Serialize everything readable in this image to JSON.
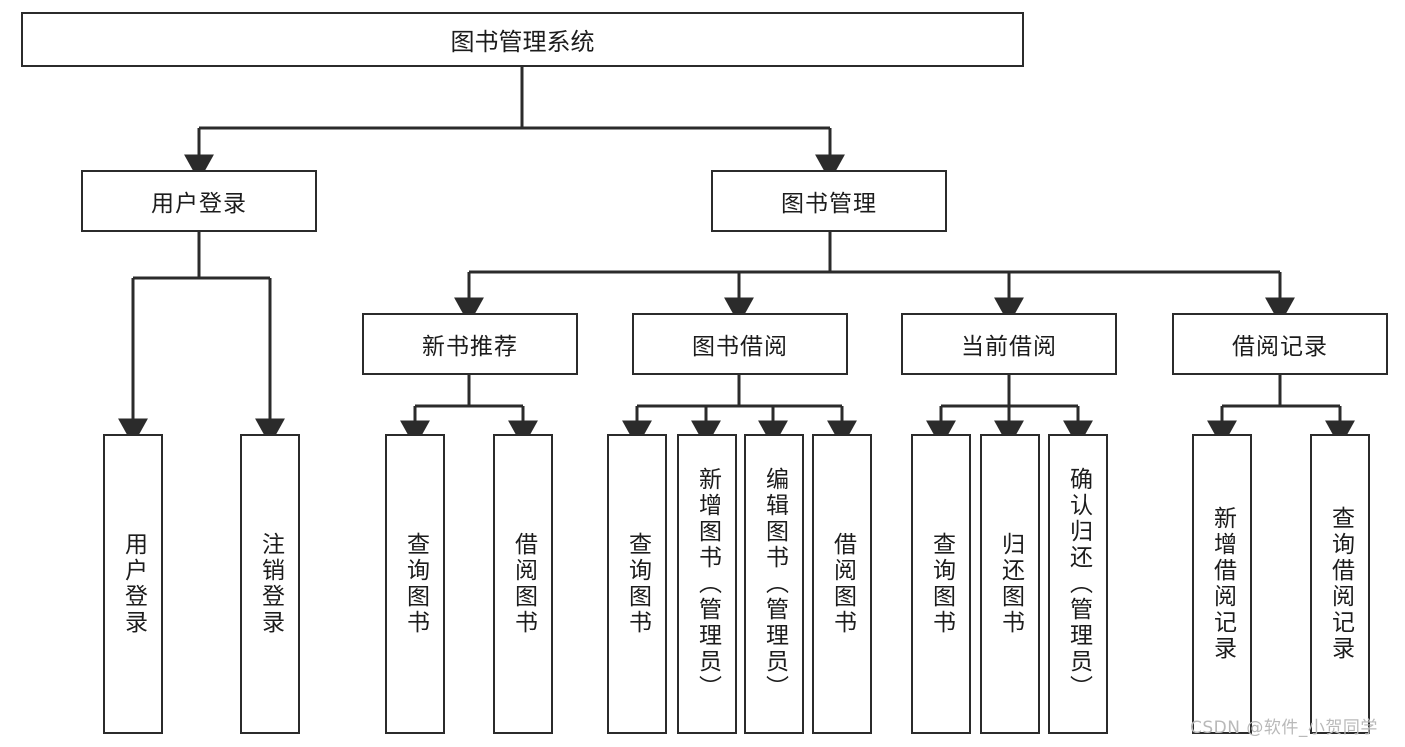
{
  "diagram": {
    "type": "tree-hierarchy-chart",
    "root": {
      "label": "图书管理系统"
    },
    "level2": [
      {
        "label": "用户登录"
      },
      {
        "label": "图书管理"
      }
    ],
    "level3": [
      {
        "label": "新书推荐"
      },
      {
        "label": "图书借阅"
      },
      {
        "label": "当前借阅"
      },
      {
        "label": "借阅记录"
      }
    ],
    "leaves": {
      "user_login": [
        {
          "label": "用户登录"
        },
        {
          "label": "注销登录"
        }
      ],
      "new_book_recommend": [
        {
          "label": "查询图书"
        },
        {
          "label": "借阅图书"
        }
      ],
      "book_borrow": [
        {
          "label": "查询图书"
        },
        {
          "label": "新增图书（管理员）"
        },
        {
          "label": "编辑图书（管理员）"
        },
        {
          "label": "借阅图书"
        }
      ],
      "current_borrow": [
        {
          "label": "查询图书"
        },
        {
          "label": "归还图书"
        },
        {
          "label": "确认归还（管理员）"
        }
      ],
      "borrow_record": [
        {
          "label": "新增借阅记录"
        },
        {
          "label": "查询借阅记录"
        }
      ]
    }
  },
  "watermark": {
    "text": "CSDN @软件_小贺同学"
  },
  "colors": {
    "stroke": "#2b2b2b",
    "background": "#ffffff",
    "text": "#1c1c1c",
    "watermark": "#b9b9b9"
  }
}
